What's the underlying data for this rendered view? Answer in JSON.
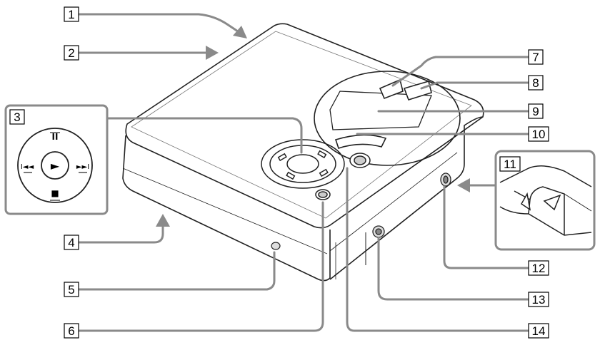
{
  "callouts": [
    {
      "id": "1",
      "label": "1"
    },
    {
      "id": "2",
      "label": "2"
    },
    {
      "id": "3",
      "label": "3"
    },
    {
      "id": "4",
      "label": "4"
    },
    {
      "id": "5",
      "label": "5"
    },
    {
      "id": "6",
      "label": "6"
    },
    {
      "id": "7",
      "label": "7"
    },
    {
      "id": "8",
      "label": "8"
    },
    {
      "id": "9",
      "label": "9"
    },
    {
      "id": "10",
      "label": "10"
    },
    {
      "id": "11",
      "label": "11"
    },
    {
      "id": "12",
      "label": "12"
    },
    {
      "id": "13",
      "label": "13"
    },
    {
      "id": "14",
      "label": "14"
    }
  ],
  "inset_controls": {
    "pause_symbol": "II",
    "play_symbol": "►",
    "stop_symbol": "■",
    "prev_symbol": "I◄◄",
    "next_symbol": "►►I"
  },
  "colors": {
    "callout_line": "#8a8a8a",
    "outline": "#222222",
    "body_fill": "#ffffff"
  }
}
